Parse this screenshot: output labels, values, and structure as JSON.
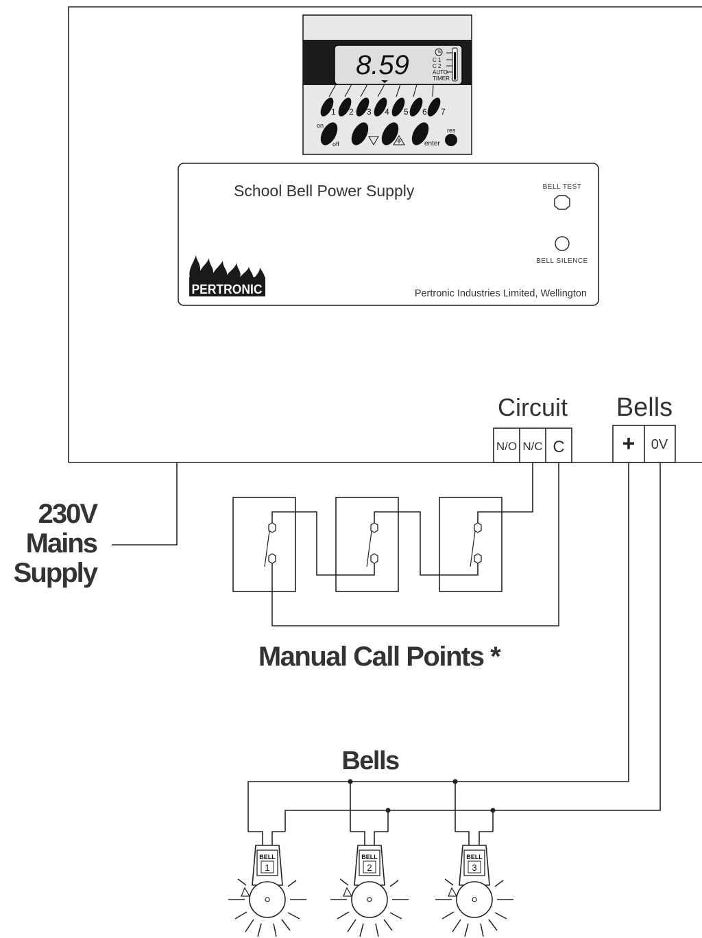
{
  "timer": {
    "display": "8.59",
    "indicators": [
      "C 1",
      "C 2",
      "AUTO",
      "TIMER"
    ],
    "day_keys": [
      "1",
      "2",
      "3",
      "4",
      "5",
      "6",
      "7"
    ],
    "on_label": "on",
    "off_label": "off",
    "enter_label": "enter",
    "res_label": "res"
  },
  "panel": {
    "title": "School Bell Power Supply",
    "bell_test": "BELL TEST",
    "bell_silence": "BELL SILENCE",
    "brand": "PERTRONIC",
    "manufacturer": "Pertronic Industries Limited, Wellington"
  },
  "terminals": {
    "circuit_heading": "Circuit",
    "bells_heading": "Bells",
    "no": "N/O",
    "nc": "N/C",
    "c": "C",
    "plus": "+",
    "zero_v": "0V"
  },
  "mains": {
    "line1": "230V",
    "line2": "Mains",
    "line3": "Supply"
  },
  "call_points_label": "Manual Call Points *",
  "bells_label": "Bells",
  "bells": [
    {
      "tag": "BELL",
      "number": "1"
    },
    {
      "tag": "BELL",
      "number": "2"
    },
    {
      "tag": "BELL",
      "number": "3"
    }
  ]
}
